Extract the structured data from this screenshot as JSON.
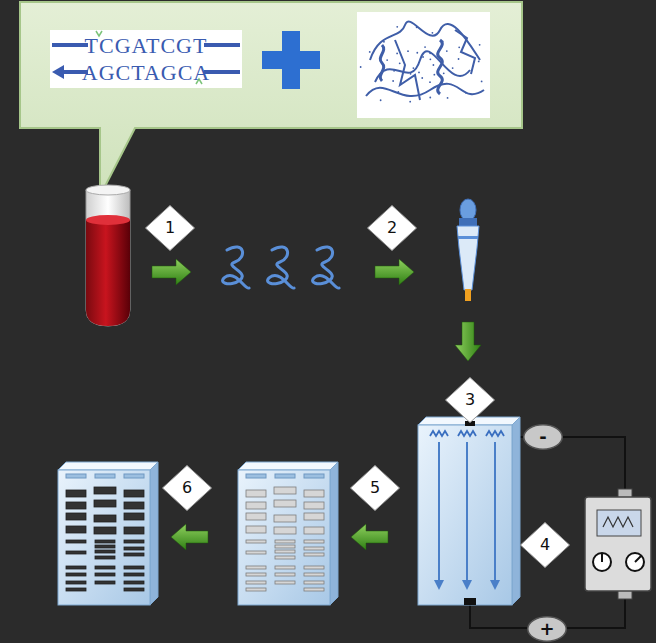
{
  "diagram": {
    "nodes": [
      {
        "text": [
          "TCGATCGT",
          "AGCTAGCA"
        ]
      },
      {
        "text": [
          "1"
        ]
      },
      {
        "text": [
          "2"
        ]
      },
      {
        "text": [
          "3"
        ]
      },
      {
        "text": [
          "-"
        ]
      },
      {
        "text": [
          "6"
        ]
      },
      {
        "text": [
          "5"
        ]
      },
      {
        "text": [
          "4"
        ]
      },
      {
        "text": [
          "+"
        ]
      }
    ]
  }
}
